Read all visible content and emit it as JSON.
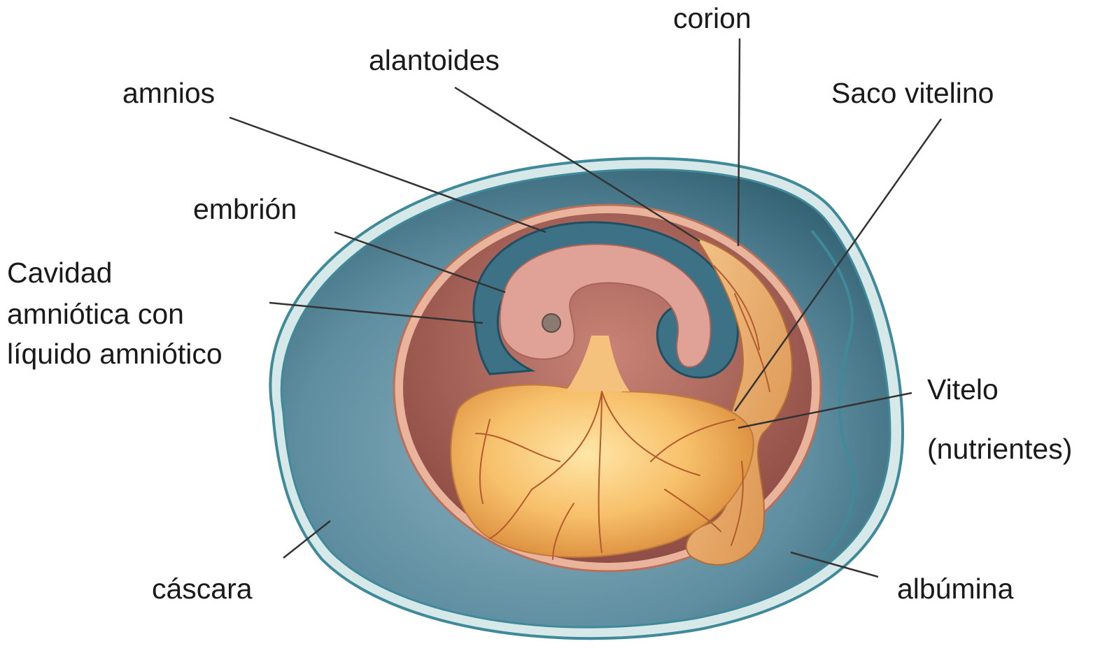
{
  "labels": {
    "corion": "corion",
    "alantoides": "alantoides",
    "amnios": "amnios",
    "saco_vitelino": "Saco vitelino",
    "embrion": "embrión",
    "cavidad_1": "Cavidad",
    "cavidad_2": "amniótica con",
    "cavidad_3": "líquido amniótico",
    "vitelo": "Vitelo",
    "nutrientes": "(nutrientes)",
    "cascara": "cáscara",
    "albumina": "albúmina"
  },
  "colors": {
    "shell_outer": "#cfe3e3",
    "shell_edge": "#3f8a9a",
    "albumen": "#5e8ea0",
    "chorion": "#e7a990",
    "amniotic_fluid": "#3d7185",
    "embryo": "#e0a296",
    "yolk": "#f0b45c",
    "vessels": "#b45a2e",
    "leader_line": "#333333"
  }
}
